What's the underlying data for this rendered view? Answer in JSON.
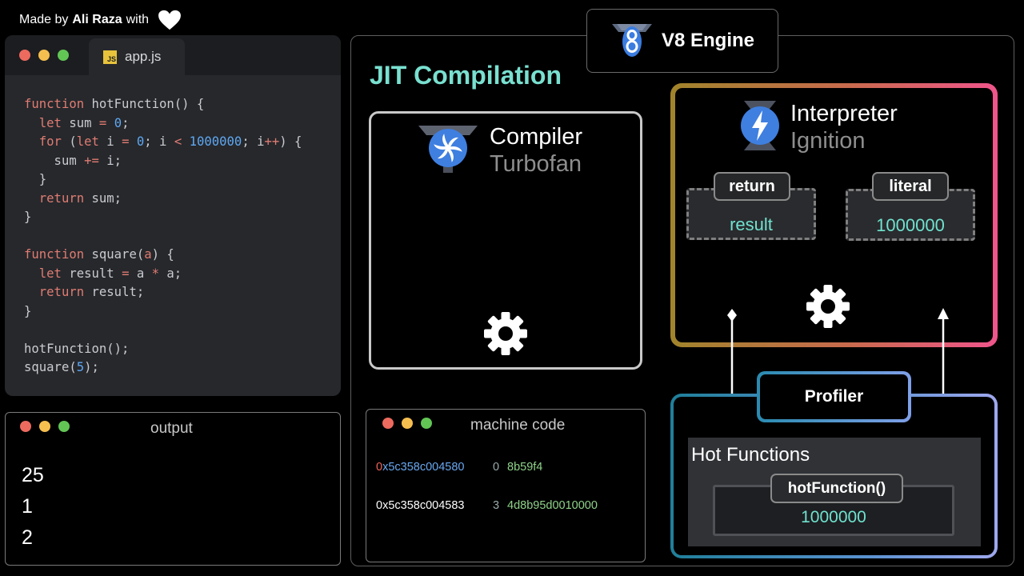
{
  "credit": {
    "prefix": "Made by",
    "author": "Ali Raza",
    "suffix": "with"
  },
  "editor": {
    "file_tab": "app.js",
    "file_badge": "JS"
  },
  "output_panel": {
    "title": "output",
    "lines": [
      "25",
      "1",
      "2"
    ]
  },
  "engine": {
    "title": "V8 Engine"
  },
  "jit": {
    "title": "JIT Compilation"
  },
  "compiler": {
    "name": "Compiler",
    "sub": "Turbofan"
  },
  "interpreter": {
    "name": "Interpreter",
    "sub": "Ignition",
    "slots": [
      {
        "key": "return",
        "value": "result"
      },
      {
        "key": "literal",
        "value": "1000000"
      }
    ]
  },
  "machine_code": {
    "title": "machine code",
    "rows": [
      {
        "addr_prefix": "0",
        "addr": "x5c358c004580",
        "index": "0",
        "hex": "8b59f4"
      },
      {
        "addr_prefix": "",
        "addr": "0x5c358c004583",
        "index": "3",
        "hex": "4d8b95d0010000"
      }
    ]
  },
  "profiler": {
    "title": "Profiler",
    "hot_title": "Hot Functions",
    "hot_key": "hotFunction()",
    "hot_value": "1000000"
  },
  "colors": {
    "accent_teal": "#79e0d0",
    "value_teal": "#6fe2cf",
    "keyword": "#e07c72",
    "number": "#5fa8f2"
  }
}
